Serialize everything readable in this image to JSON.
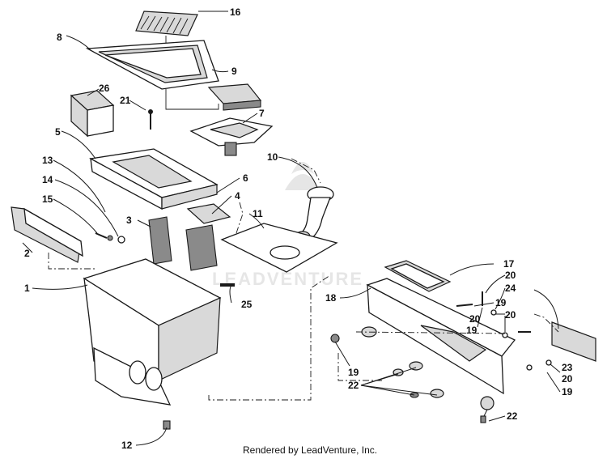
{
  "diagram": {
    "watermark": "LEADVENTURE",
    "footer": "Rendered by LeadVenture, Inc.",
    "callouts": {
      "c1": "1",
      "c2": "2",
      "c3": "3",
      "c4": "4",
      "c5": "5",
      "c6": "6",
      "c7": "7",
      "c8": "8",
      "c9": "9",
      "c10": "10",
      "c11": "11",
      "c12": "12",
      "c13": "13",
      "c14": "14",
      "c15": "15",
      "c16": "16",
      "c17": "17",
      "c18": "18",
      "c19a": "19",
      "c19b": "19",
      "c19c": "19",
      "c19d": "19",
      "c20a": "20",
      "c20b": "20",
      "c20c": "20",
      "c20d": "20",
      "c21": "21",
      "c22a": "22",
      "c22b": "22",
      "c23": "23",
      "c24": "24",
      "c25": "25",
      "c26": "26"
    }
  }
}
